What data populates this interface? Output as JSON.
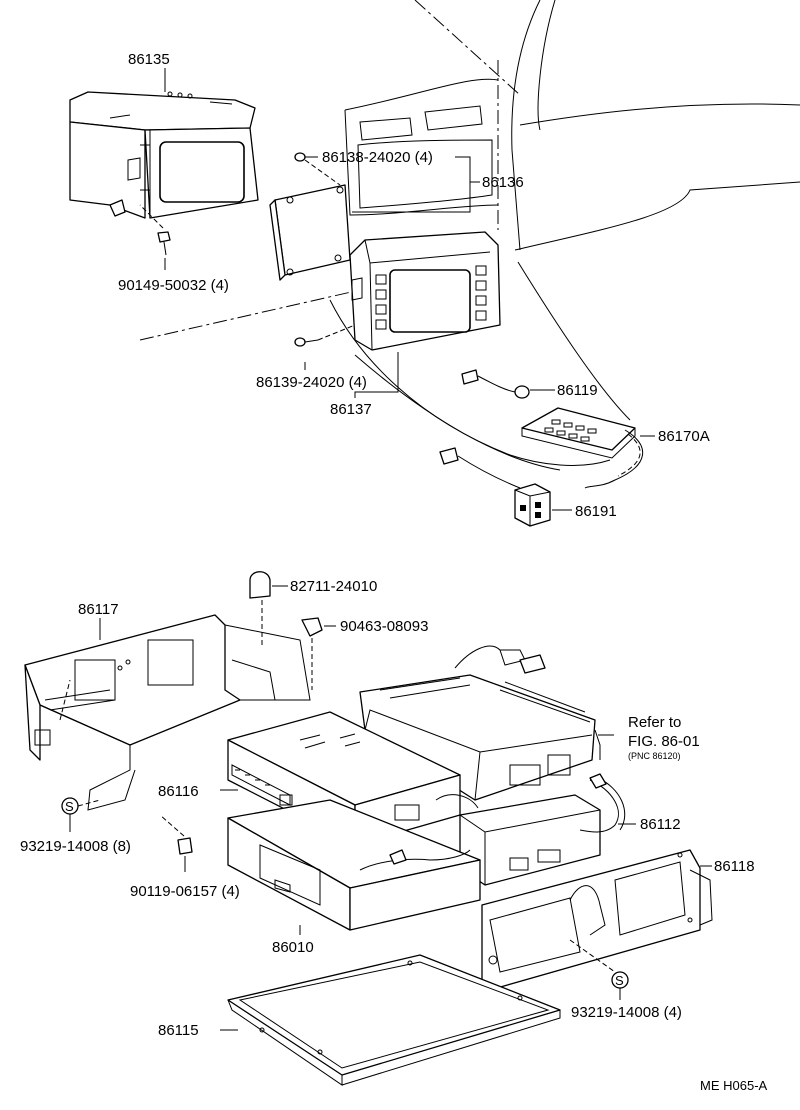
{
  "labels": {
    "p86135": "86135",
    "p86138": "86138-24020 (4)",
    "p86136": "86136",
    "p90149": "90149-50032 (4)",
    "p86139": "86139-24020 (4)",
    "p86137": "86137",
    "p86119": "86119",
    "p86170A": "86170A",
    "p86191": "86191",
    "p82711": "82711-24010",
    "p86117": "86117",
    "p90463": "90463-08093",
    "refer_line1": "Refer to",
    "refer_line2": "FIG. 86-01",
    "refer_line3": "(PNC 86120)",
    "p86116": "86116",
    "p86112": "86112",
    "p93219a": "93219-14008 (8)",
    "p90119": "90119-06157 (4)",
    "p86118": "86118",
    "p86010": "86010",
    "p93219b": "93219-14008 (4)",
    "p86115": "86115",
    "s_mark": "S",
    "drawing_code": "ME H065-A"
  }
}
